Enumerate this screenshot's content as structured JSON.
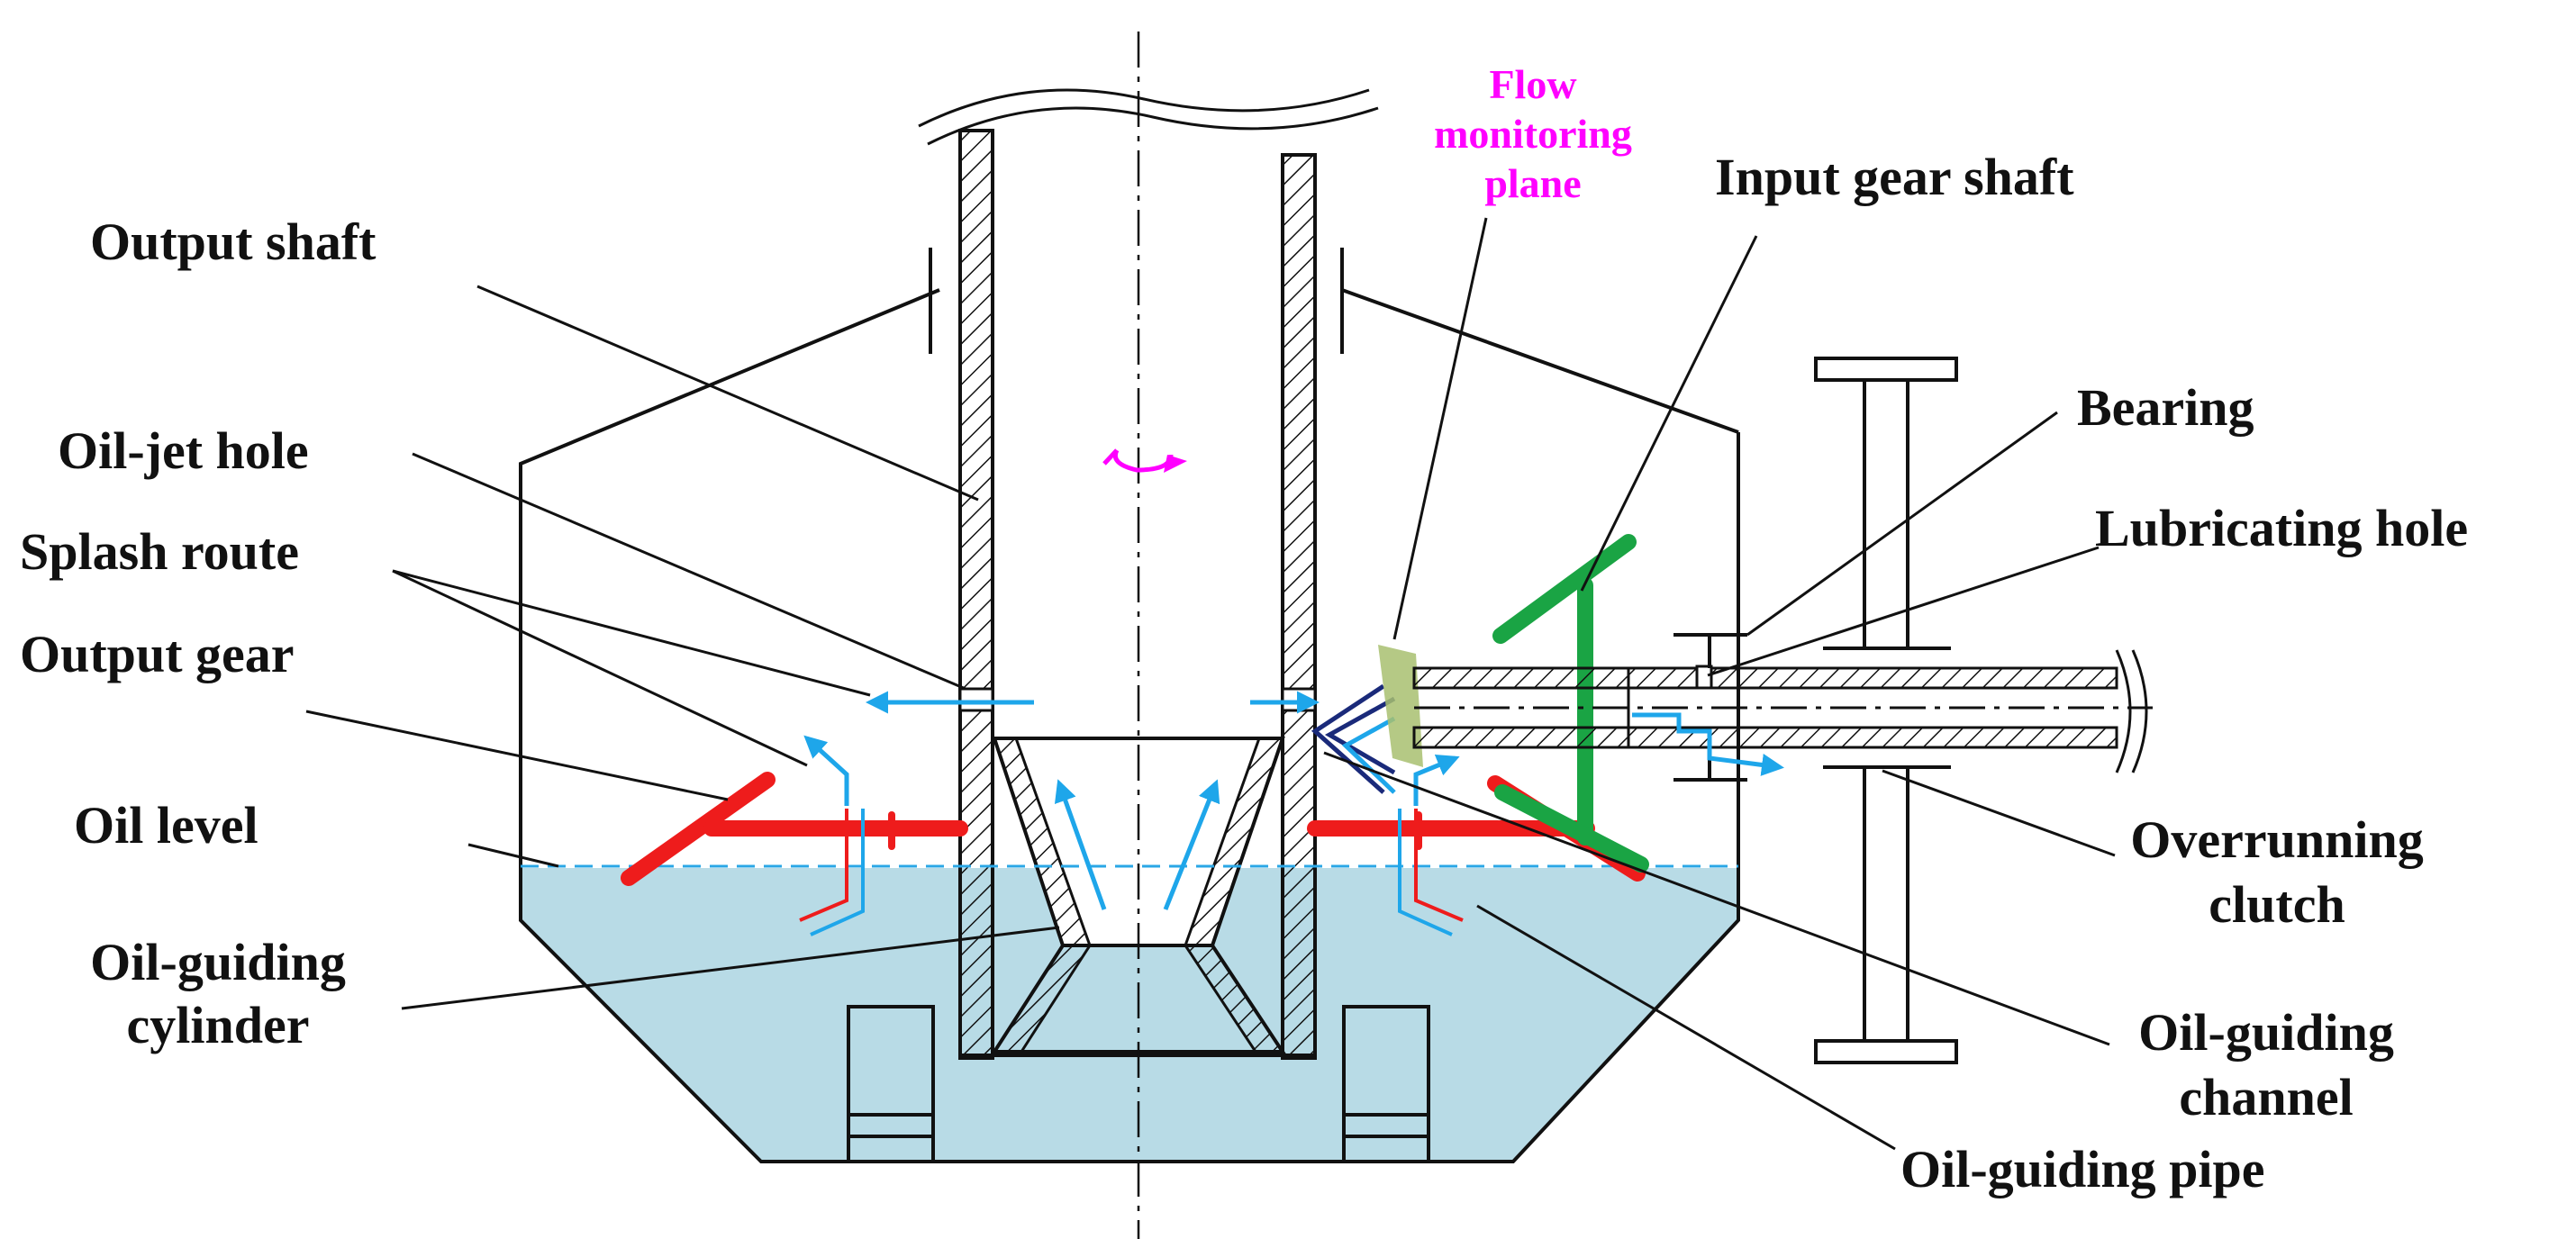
{
  "labels": {
    "output_shaft": "Output shaft",
    "oil_jet_hole": "Oil-jet hole",
    "splash_route": "Splash route",
    "output_gear": "Output gear",
    "oil_level": "Oil level",
    "oil_guiding_cylinder_1": "Oil-guiding",
    "oil_guiding_cylinder_2": "cylinder",
    "flow_plane_1": "Flow",
    "flow_plane_2": "monitoring",
    "flow_plane_3": "plane",
    "input_gear_shaft": "Input gear shaft",
    "bearing": "Bearing",
    "lubricating_hole": "Lubricating hole",
    "overrunning_clutch_1": "Overrunning",
    "overrunning_clutch_2": "clutch",
    "oil_guiding_channel_1": "Oil-guiding",
    "oil_guiding_channel_2": "channel",
    "oil_guiding_pipe": "Oil-guiding pipe"
  },
  "colors": {
    "oil": "#b8dbe6",
    "oil_level_line": "#2aa7e6",
    "flow_arrow": "#1ea6ea",
    "output_gear": "#ee1c1c",
    "input_gear": "#1aa444",
    "rotation": "#ff00ff",
    "monitor_plane": "#a8c070",
    "channel": "#1a2a7a"
  }
}
